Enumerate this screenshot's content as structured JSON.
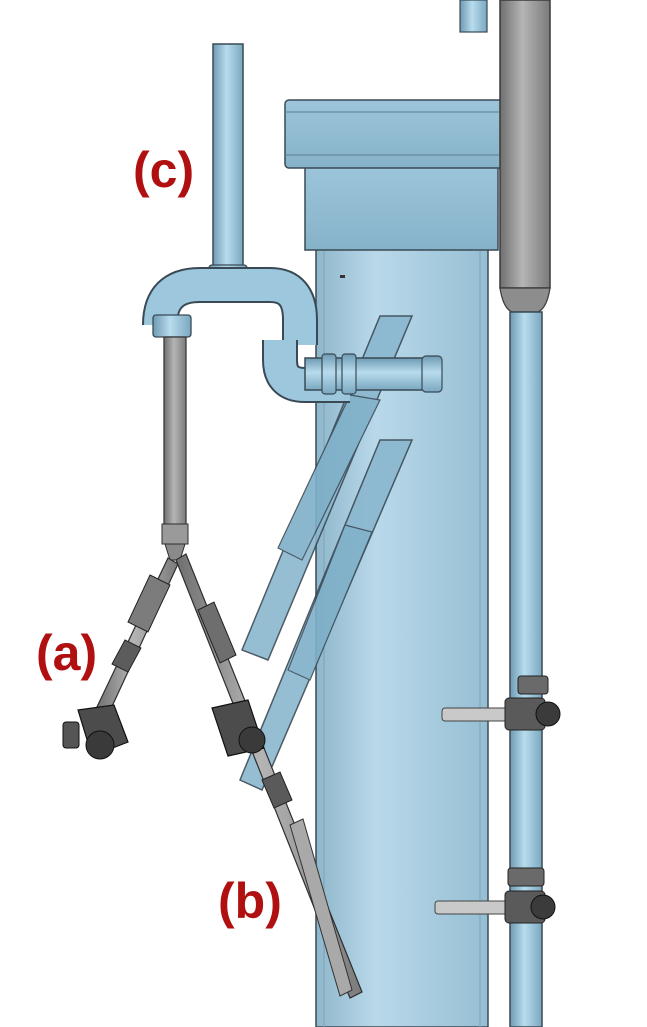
{
  "labels": {
    "a": "(a)",
    "b": "(b)",
    "c": "(c)"
  },
  "colors": {
    "label_red": "#b01010",
    "column_blue": "#a9cfe2",
    "column_blue_dark": "#7fa9c0",
    "pipe_blue": "#8fbdd6",
    "pipe_gray": "#8c8c8c",
    "pipe_gray_light": "#bdbdbd",
    "outline": "#3a4a55"
  }
}
